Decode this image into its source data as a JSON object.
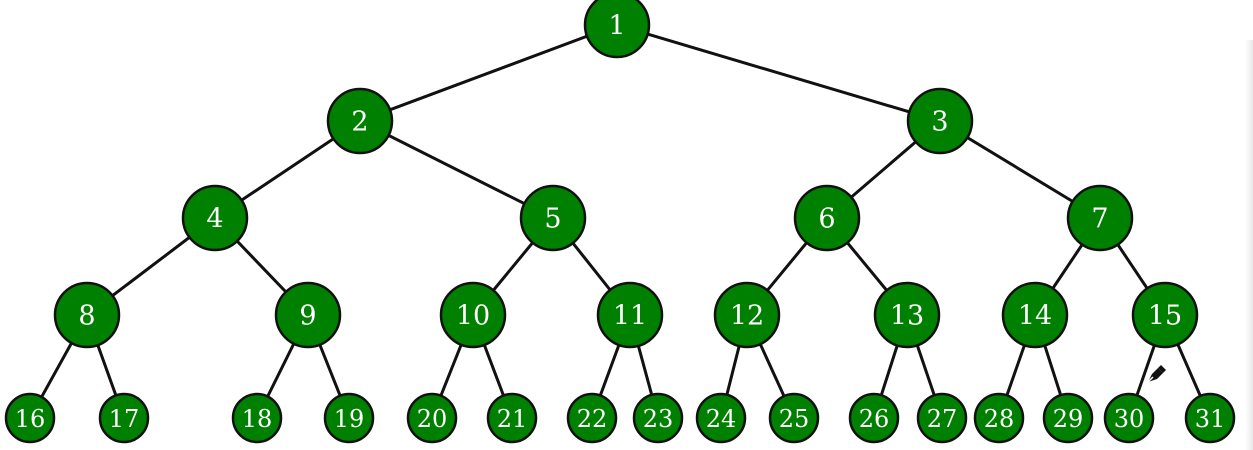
{
  "diagram": {
    "node_fill": "#008000",
    "node_stroke": "#111111",
    "edge_color": "#111111",
    "nodes": [
      {
        "id": "1",
        "label": "1"
      },
      {
        "id": "2",
        "label": "2"
      },
      {
        "id": "3",
        "label": "3"
      },
      {
        "id": "4",
        "label": "4"
      },
      {
        "id": "5",
        "label": "5"
      },
      {
        "id": "6",
        "label": "6"
      },
      {
        "id": "7",
        "label": "7"
      },
      {
        "id": "8",
        "label": "8"
      },
      {
        "id": "9",
        "label": "9"
      },
      {
        "id": "10",
        "label": "10"
      },
      {
        "id": "11",
        "label": "11"
      },
      {
        "id": "12",
        "label": "12"
      },
      {
        "id": "13",
        "label": "13"
      },
      {
        "id": "14",
        "label": "14"
      },
      {
        "id": "15",
        "label": "15"
      },
      {
        "id": "16",
        "label": "16"
      },
      {
        "id": "17",
        "label": "17"
      },
      {
        "id": "18",
        "label": "18"
      },
      {
        "id": "19",
        "label": "19"
      },
      {
        "id": "20",
        "label": "20"
      },
      {
        "id": "21",
        "label": "21"
      },
      {
        "id": "22",
        "label": "22"
      },
      {
        "id": "23",
        "label": "23"
      },
      {
        "id": "24",
        "label": "24"
      },
      {
        "id": "25",
        "label": "25"
      },
      {
        "id": "26",
        "label": "26"
      },
      {
        "id": "27",
        "label": "27"
      },
      {
        "id": "28",
        "label": "28"
      },
      {
        "id": "29",
        "label": "29"
      },
      {
        "id": "30",
        "label": "30"
      },
      {
        "id": "31",
        "label": "31"
      }
    ],
    "edges": [
      [
        "1",
        "2"
      ],
      [
        "1",
        "3"
      ],
      [
        "2",
        "4"
      ],
      [
        "2",
        "5"
      ],
      [
        "3",
        "6"
      ],
      [
        "3",
        "7"
      ],
      [
        "4",
        "8"
      ],
      [
        "4",
        "9"
      ],
      [
        "5",
        "10"
      ],
      [
        "5",
        "11"
      ],
      [
        "6",
        "12"
      ],
      [
        "6",
        "13"
      ],
      [
        "7",
        "14"
      ],
      [
        "7",
        "15"
      ],
      [
        "8",
        "16"
      ],
      [
        "8",
        "17"
      ],
      [
        "9",
        "18"
      ],
      [
        "9",
        "19"
      ],
      [
        "10",
        "20"
      ],
      [
        "10",
        "21"
      ],
      [
        "11",
        "22"
      ],
      [
        "11",
        "23"
      ],
      [
        "12",
        "24"
      ],
      [
        "12",
        "25"
      ],
      [
        "13",
        "26"
      ],
      [
        "13",
        "27"
      ],
      [
        "14",
        "28"
      ],
      [
        "14",
        "29"
      ],
      [
        "15",
        "30"
      ],
      [
        "15",
        "31"
      ]
    ]
  },
  "cursor": {
    "icon": "pen-cursor-icon"
  }
}
